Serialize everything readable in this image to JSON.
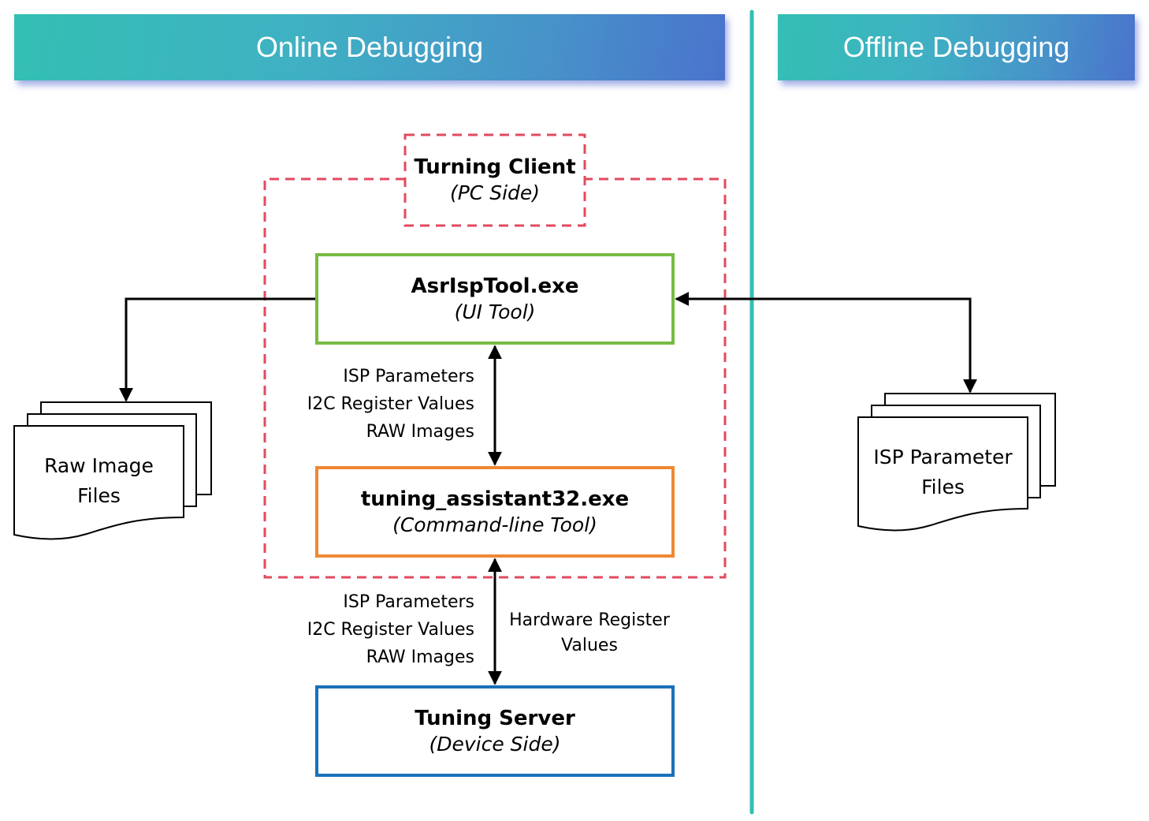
{
  "banners": {
    "online": "Online Debugging",
    "offline": "Offline Debugging"
  },
  "client_group": {
    "title": "Turning Client",
    "subtitle": "(PC Side)"
  },
  "nodes": {
    "ui_tool": {
      "title": "AsrIspTool.exe",
      "subtitle": "(UI Tool)"
    },
    "cli_tool": {
      "title": "tuning_assistant32.exe",
      "subtitle": "(Command-line Tool)"
    },
    "server": {
      "title": "Tuning Server",
      "subtitle": "(Device Side)"
    }
  },
  "edge_labels": {
    "upper": [
      "ISP Parameters",
      "I2C Register Values",
      "RAW Images"
    ],
    "lower": [
      "ISP Parameters",
      "I2C Register Values",
      "RAW Images"
    ],
    "hardware": [
      "Hardware Register",
      "Values"
    ]
  },
  "files": {
    "raw": [
      "Raw Image",
      "Files"
    ],
    "isp": [
      "ISP Parameter",
      "Files"
    ]
  },
  "colors": {
    "ui_border": "#77bb44",
    "cli_border": "#ee8833",
    "server_border": "#1a70bb",
    "client_dashed": "#e24a5e",
    "divider": "#33bfb3",
    "banner_start": "#33bfb3",
    "banner_end": "#4a73cc"
  }
}
